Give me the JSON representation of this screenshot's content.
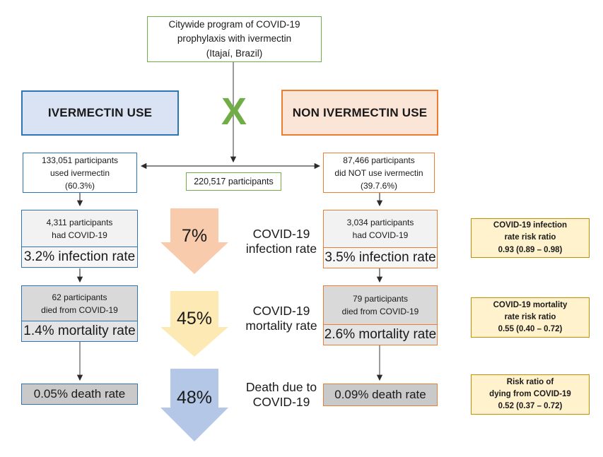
{
  "program_box": "Citywide program of COVID-19\nprophylaxis with ivermectin\n(Itajaí, Brazil)",
  "versus_mark": "X",
  "groups": {
    "ivermectin": {
      "title": "IVERMECTIN USE"
    },
    "non_ivermectin": {
      "title": "NON IVERMECTIN USE"
    }
  },
  "total_participants": "220,517 participants",
  "ivermectin_column": {
    "participants": "133,051 participants\nused ivermectin\n(60.3%)",
    "infection_count": "4,311 participants\nhad COVID-19",
    "infection_rate": "3.2% infection rate",
    "death_count": "62 participants\ndied from COVID-19",
    "mortality_rate": "1.4% mortality rate",
    "death_rate": "0.05% death rate"
  },
  "non_ivermectin_column": {
    "participants": "87,466 participants\ndid NOT use ivermectin\n(39.7.6%)",
    "infection_count": "3,034 participants\nhad COVID-19",
    "infection_rate": "3.5% infection rate",
    "death_count": "79 participants\ndied from COVID-19",
    "mortality_rate": "2.6% mortality rate",
    "death_rate": "0.09% death rate"
  },
  "reduction_arrows": [
    {
      "value": "7%",
      "label": "COVID-19\ninfection rate",
      "color": "#f8cbad"
    },
    {
      "value": "45%",
      "label": "COVID-19\nmortality rate",
      "color": "#fce9b4"
    },
    {
      "value": "48%",
      "label": "Death due to\nCOVID-19",
      "color": "#b4c7e7"
    }
  ],
  "risk_ratios": [
    {
      "text": "COVID-19 infection\nrate risk ratio\n0.93 (0.89 – 0.98)"
    },
    {
      "text": "COVID-19 mortality\nrate risk ratio\n0.55 (0.40 – 0.72)"
    },
    {
      "text": "Risk ratio of\ndying from COVID-19\n0.52 (0.37 – 0.72)"
    }
  ],
  "colors": {
    "green": "#70ad47",
    "blue_border": "#2e75b6",
    "blue_fill": "#dae3f3",
    "orange_border": "#ed7d31",
    "orange_fill": "#fbe5d6",
    "yellow_box_fill": "#fff2cc",
    "yellow_box_border": "#bf9000",
    "infection_arrow": "#f8cbad",
    "mortality_arrow": "#fce9b4",
    "death_arrow": "#b4c7e7"
  }
}
